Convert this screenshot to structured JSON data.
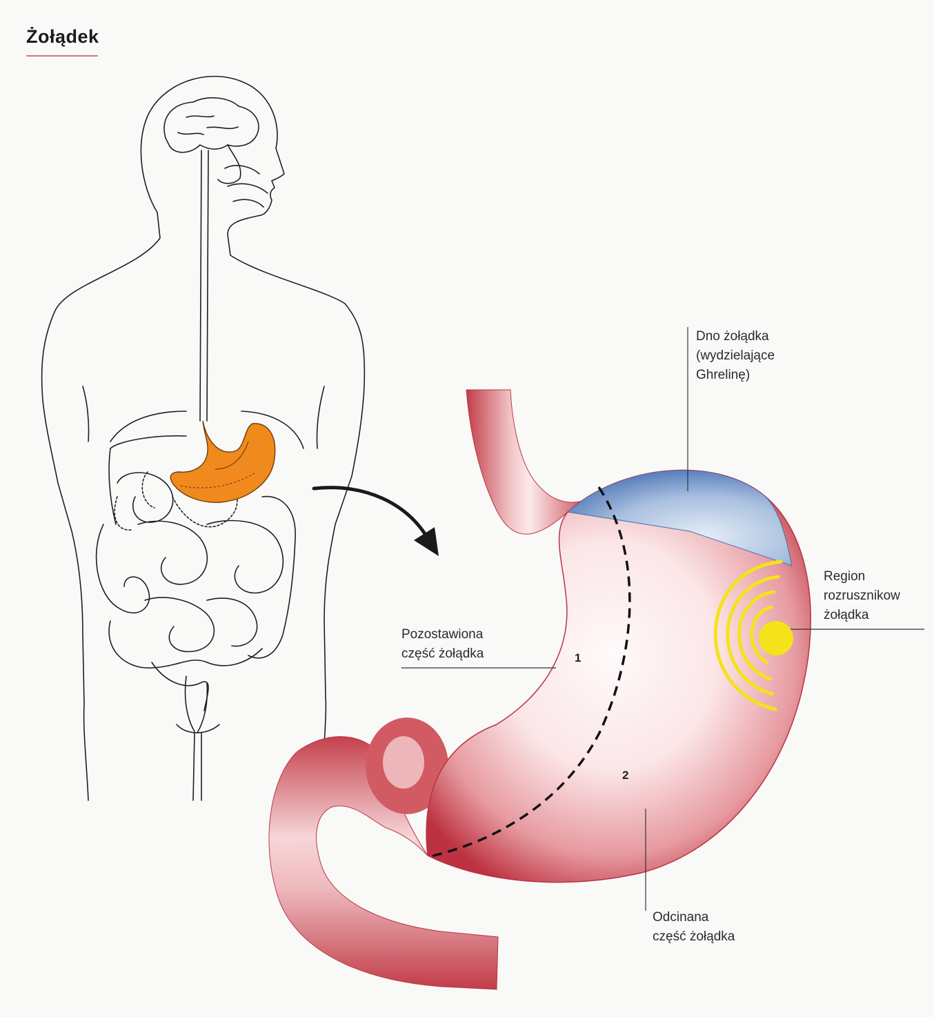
{
  "title": "Żołądek",
  "colors": {
    "stomach_small": "#f08a1d",
    "stomach_body": "#c9424e",
    "fundus": "#5f86c2",
    "pacemaker": "#f4e31b"
  },
  "labels": {
    "fundus": [
      "Dno żołądka",
      "(wydzielające",
      "Ghrelinę)"
    ],
    "pacemaker": [
      "Region",
      "rozrusznikow",
      "żołądka"
    ],
    "remaining": [
      "Pozostawiona",
      "część żołądka"
    ],
    "removed": [
      "Odcinana",
      "część żołądka"
    ]
  },
  "numbers": {
    "one": "1",
    "two": "2"
  }
}
